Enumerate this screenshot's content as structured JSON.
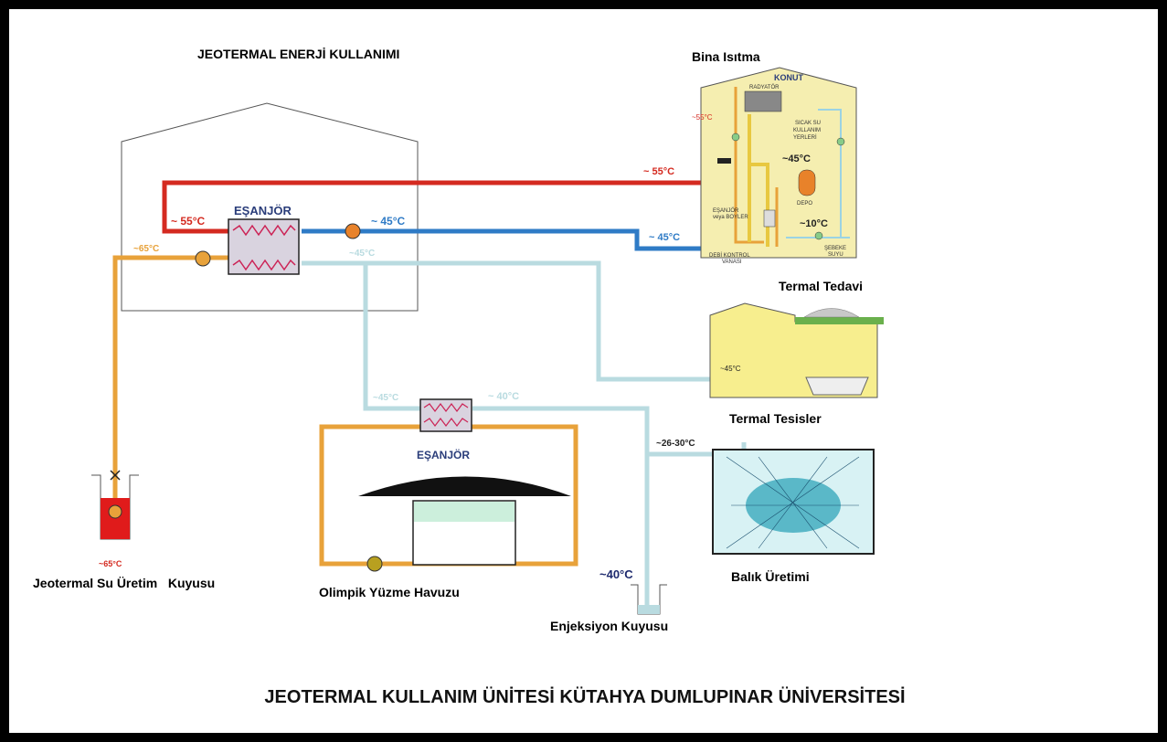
{
  "title": "JEOTERMAL ENERJİ KULLANIMI",
  "footer": "JEOTERMAL KULLANIM ÜNİTESİ KÜTAHYA DUMLUPINAR ÜNİVERSİTESİ",
  "labels": {
    "bina_isitma": "Bina Isıtma",
    "konut": "KONUT",
    "radyator": "RADYATÖR",
    "sicak_su": [
      "SICAK SU",
      "KULLANIM",
      "YERLERİ"
    ],
    "depo": "DEPO",
    "esanjor_boyler": [
      "EŞANJÖR",
      "veya BOYLER"
    ],
    "debi_kontrol": [
      "DEBİ KONTROL",
      "VANASI"
    ],
    "sebeke": [
      "ŞEBEKE",
      "SUYU"
    ],
    "termal_tedavi": "Termal Tedavi",
    "termal_tesisler": "Termal Tesisler",
    "balik_uretimi": "Balık Üretimi",
    "enjeksiyon": "Enjeksiyon Kuyusu",
    "uretim_kuyusu": "Jeotermal Su Üretim   Kuyusu",
    "havuz": "Olimpik Yüzme Havuzu",
    "esanjor_main": "EŞANJÖR",
    "esanjor_pool": "EŞANJÖR"
  },
  "temps": {
    "red_main": "~ 55°C",
    "red_top": "~ 55°C",
    "blue_main": "~ 45°C",
    "blue_right": "~ 45°C",
    "orange_in": "~65°C",
    "light_out": "~45°C",
    "house_55": "~55°C",
    "house_45": "~45°C",
    "house_10": "~10°C",
    "termal": "~45°C",
    "pool_in": "~45°C",
    "pool_out": "~ 40°C",
    "fish": "~26-30°C",
    "well": "~65°C",
    "injection": "~40°C"
  },
  "colors": {
    "red": "#d42a20",
    "blue": "#2f7bc6",
    "orange": "#e8a23a",
    "light": "#b9dbe0",
    "yellow": "#f7ee8e",
    "houseYellow": "#f5eeb0"
  }
}
